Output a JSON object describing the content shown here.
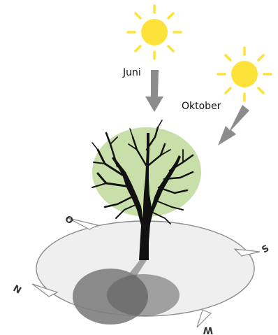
{
  "labels": {
    "june": "Juni",
    "october": "Oktober"
  },
  "compass": {
    "north": "N",
    "south": "S",
    "east": "O",
    "west": "W"
  },
  "colors": {
    "sun": "#fde23a",
    "arrow": "#8c8c8c",
    "crown": "#c9dfaa",
    "trunk": "#111111",
    "ground": "#efefef",
    "shadow_june": "#8a8a8a",
    "shadow_october": "#6e6e6e"
  },
  "icons": {
    "sun_june": "sun-icon",
    "sun_october": "sun-icon"
  }
}
